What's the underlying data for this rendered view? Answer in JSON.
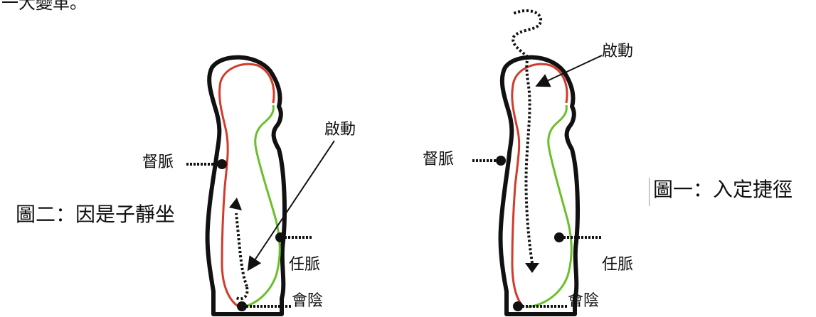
{
  "top_fragment": "一大變革。",
  "figure_left": {
    "caption": "圖二：因是子靜坐",
    "label_du": "督脈",
    "label_ren": "任脈",
    "label_huiyin": "會陰",
    "label_qidong": "啟動"
  },
  "figure_right": {
    "caption": "圖一：入定捷徑",
    "label_du": "督脈",
    "label_ren": "任脈",
    "label_huiyin": "會陰",
    "label_qidong": "啟動"
  },
  "colors": {
    "outline": "#111111",
    "du_channel": "#d23a2a",
    "ren_channel": "#6bbf2a",
    "flow": "#111111"
  }
}
